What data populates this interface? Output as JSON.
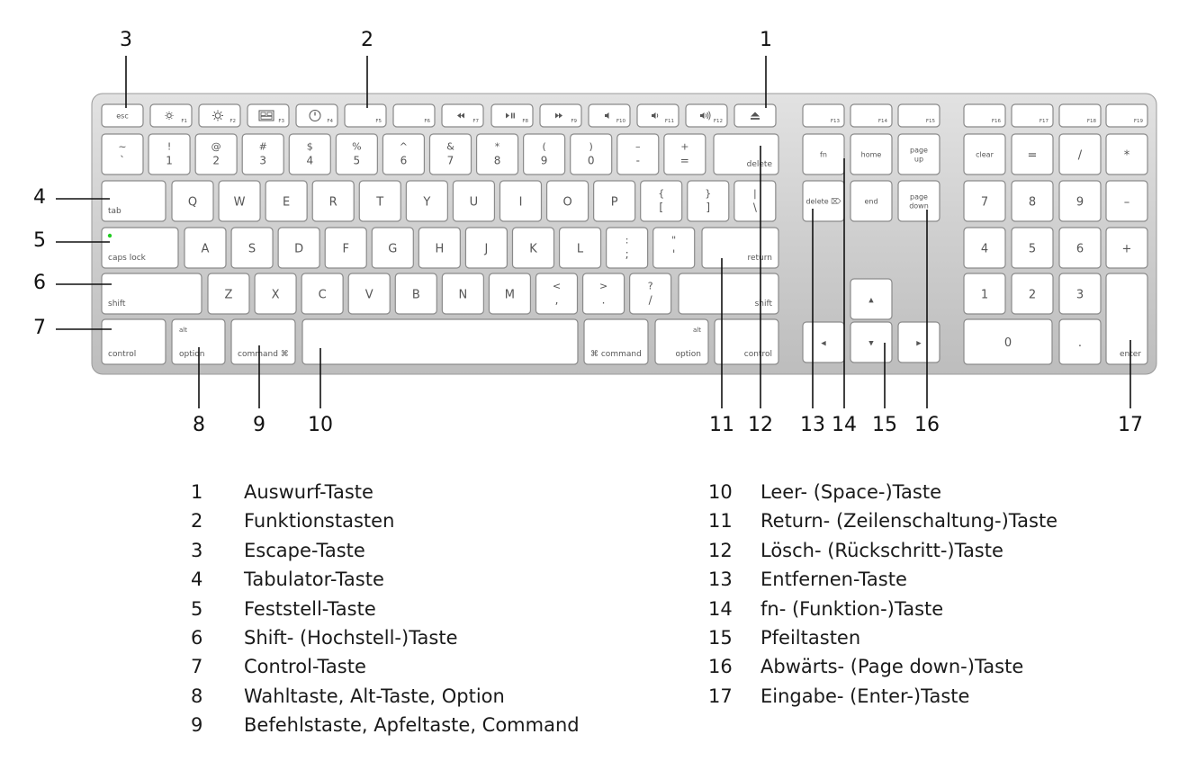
{
  "keyboard": {
    "function_row": [
      {
        "id": "esc",
        "label": "esc",
        "icon": ""
      },
      {
        "id": "f1",
        "label": "F1",
        "icon": "brightness-low-icon"
      },
      {
        "id": "f2",
        "label": "F2",
        "icon": "brightness-high-icon"
      },
      {
        "id": "f3",
        "label": "F3",
        "icon": "expose-icon"
      },
      {
        "id": "f4",
        "label": "F4",
        "icon": "dashboard-icon"
      },
      {
        "id": "f5",
        "label": "F5",
        "icon": ""
      },
      {
        "id": "f6",
        "label": "F6",
        "icon": ""
      },
      {
        "id": "f7",
        "label": "F7",
        "icon": "rewind-icon"
      },
      {
        "id": "f8",
        "label": "F8",
        "icon": "play-pause-icon"
      },
      {
        "id": "f9",
        "label": "F9",
        "icon": "fast-forward-icon"
      },
      {
        "id": "f10",
        "label": "F10",
        "icon": "mute-icon"
      },
      {
        "id": "f11",
        "label": "F11",
        "icon": "volume-down-icon"
      },
      {
        "id": "f12",
        "label": "F12",
        "icon": "volume-up-icon"
      },
      {
        "id": "eject",
        "label": "",
        "icon": "eject-icon"
      },
      {
        "id": "f13",
        "label": "F13",
        "icon": ""
      },
      {
        "id": "f14",
        "label": "F14",
        "icon": ""
      },
      {
        "id": "f15",
        "label": "F15",
        "icon": ""
      },
      {
        "id": "f16",
        "label": "F16",
        "icon": ""
      },
      {
        "id": "f17",
        "label": "F17",
        "icon": ""
      },
      {
        "id": "f18",
        "label": "F18",
        "icon": ""
      },
      {
        "id": "f19",
        "label": "F19",
        "icon": ""
      }
    ],
    "number_row": [
      {
        "id": "tilde",
        "top": "~",
        "bottom": "`"
      },
      {
        "id": "1",
        "top": "!",
        "bottom": "1"
      },
      {
        "id": "2",
        "top": "@",
        "bottom": "2"
      },
      {
        "id": "3",
        "top": "#",
        "bottom": "3"
      },
      {
        "id": "4",
        "top": "$",
        "bottom": "4"
      },
      {
        "id": "5",
        "top": "%",
        "bottom": "5"
      },
      {
        "id": "6",
        "top": "^",
        "bottom": "6"
      },
      {
        "id": "7",
        "top": "&",
        "bottom": "7"
      },
      {
        "id": "8",
        "top": "*",
        "bottom": "8"
      },
      {
        "id": "9",
        "top": "(",
        "bottom": "9"
      },
      {
        "id": "0",
        "top": ")",
        "bottom": "0"
      },
      {
        "id": "minus",
        "top": "–",
        "bottom": "-"
      },
      {
        "id": "equal",
        "top": "+",
        "bottom": "="
      },
      {
        "id": "delete",
        "label": "delete"
      }
    ],
    "qwerty_row": [
      {
        "id": "tab",
        "label": "tab"
      },
      {
        "id": "q",
        "label": "Q"
      },
      {
        "id": "w",
        "label": "W"
      },
      {
        "id": "e",
        "label": "E"
      },
      {
        "id": "r",
        "label": "R"
      },
      {
        "id": "t",
        "label": "T"
      },
      {
        "id": "y",
        "label": "Y"
      },
      {
        "id": "u",
        "label": "U"
      },
      {
        "id": "i",
        "label": "I"
      },
      {
        "id": "o",
        "label": "O"
      },
      {
        "id": "p",
        "label": "P"
      },
      {
        "id": "lbracket",
        "top": "{",
        "bottom": "["
      },
      {
        "id": "rbracket",
        "top": "}",
        "bottom": "]"
      },
      {
        "id": "backslash",
        "top": "|",
        "bottom": "\\"
      }
    ],
    "home_row": [
      {
        "id": "caps",
        "label": "caps lock"
      },
      {
        "id": "a",
        "label": "A"
      },
      {
        "id": "s",
        "label": "S"
      },
      {
        "id": "d",
        "label": "D"
      },
      {
        "id": "f",
        "label": "F"
      },
      {
        "id": "g",
        "label": "G"
      },
      {
        "id": "h",
        "label": "H"
      },
      {
        "id": "j",
        "label": "J"
      },
      {
        "id": "k",
        "label": "K"
      },
      {
        "id": "l",
        "label": "L"
      },
      {
        "id": "semicolon",
        "top": ":",
        "bottom": ";"
      },
      {
        "id": "quote",
        "top": "\"",
        "bottom": "'"
      },
      {
        "id": "return",
        "label": "return"
      }
    ],
    "shift_row": [
      {
        "id": "lshift",
        "label": "shift"
      },
      {
        "id": "z",
        "label": "Z"
      },
      {
        "id": "x",
        "label": "X"
      },
      {
        "id": "c",
        "label": "C"
      },
      {
        "id": "v",
        "label": "V"
      },
      {
        "id": "b",
        "label": "B"
      },
      {
        "id": "n",
        "label": "N"
      },
      {
        "id": "m",
        "label": "M"
      },
      {
        "id": "comma",
        "top": "<",
        "bottom": ","
      },
      {
        "id": "period",
        "top": ">",
        "bottom": "."
      },
      {
        "id": "slash",
        "top": "?",
        "bottom": "/"
      },
      {
        "id": "rshift",
        "label": "shift"
      }
    ],
    "bottom_row": [
      {
        "id": "lcontrol",
        "label": "control"
      },
      {
        "id": "loption",
        "top": "alt",
        "label": "option"
      },
      {
        "id": "lcommand",
        "label": "command ⌘"
      },
      {
        "id": "space",
        "label": ""
      },
      {
        "id": "rcommand",
        "label": "⌘ command"
      },
      {
        "id": "roption",
        "top": "alt",
        "label": "option"
      },
      {
        "id": "rcontrol",
        "label": "control"
      }
    ],
    "nav_cluster": [
      {
        "id": "fn",
        "label": "fn"
      },
      {
        "id": "home",
        "label": "home"
      },
      {
        "id": "pageup",
        "label": "page\nup"
      },
      {
        "id": "fwddelete",
        "label": "delete ⌦"
      },
      {
        "id": "end",
        "label": "end"
      },
      {
        "id": "pagedown",
        "label": "page\ndown"
      }
    ],
    "arrows": [
      {
        "id": "up",
        "label": "▲"
      },
      {
        "id": "left",
        "label": "◀"
      },
      {
        "id": "down",
        "label": "▼"
      },
      {
        "id": "right",
        "label": "▶"
      }
    ],
    "numpad": [
      {
        "id": "clear",
        "label": "clear"
      },
      {
        "id": "np-equal",
        "label": "="
      },
      {
        "id": "np-slash",
        "label": "/"
      },
      {
        "id": "np-star",
        "label": "*"
      },
      {
        "id": "np7",
        "label": "7"
      },
      {
        "id": "np8",
        "label": "8"
      },
      {
        "id": "np9",
        "label": "9"
      },
      {
        "id": "np-minus",
        "label": "–"
      },
      {
        "id": "np4",
        "label": "4"
      },
      {
        "id": "np5",
        "label": "5"
      },
      {
        "id": "np6",
        "label": "6"
      },
      {
        "id": "np-plus",
        "label": "+"
      },
      {
        "id": "np1",
        "label": "1"
      },
      {
        "id": "np2",
        "label": "2"
      },
      {
        "id": "np3",
        "label": "3"
      },
      {
        "id": "np-enter",
        "label": "enter"
      },
      {
        "id": "np0",
        "label": "0"
      },
      {
        "id": "np-dot",
        "label": "."
      }
    ],
    "caps_led_color": "#22cc22"
  },
  "callouts": [
    {
      "n": "1",
      "target": "eject"
    },
    {
      "n": "2",
      "target": "f5"
    },
    {
      "n": "3",
      "target": "esc"
    },
    {
      "n": "4",
      "target": "tab"
    },
    {
      "n": "5",
      "target": "caps"
    },
    {
      "n": "6",
      "target": "lshift"
    },
    {
      "n": "7",
      "target": "lcontrol"
    },
    {
      "n": "8",
      "target": "loption"
    },
    {
      "n": "9",
      "target": "lcommand"
    },
    {
      "n": "10",
      "target": "space"
    },
    {
      "n": "11",
      "target": "return"
    },
    {
      "n": "12",
      "target": "delete"
    },
    {
      "n": "13",
      "target": "fwddelete"
    },
    {
      "n": "14",
      "target": "fn"
    },
    {
      "n": "15",
      "target": "down"
    },
    {
      "n": "16",
      "target": "pagedown"
    },
    {
      "n": "17",
      "target": "np-enter"
    }
  ],
  "legend": {
    "left": [
      {
        "num": "1",
        "text": "Auswurf-Taste"
      },
      {
        "num": "2",
        "text": "Funktionstasten"
      },
      {
        "num": "3",
        "text": "Escape-Taste"
      },
      {
        "num": "4",
        "text": "Tabulator-Taste"
      },
      {
        "num": "5",
        "text": "Feststell-Taste"
      },
      {
        "num": "6",
        "text": "Shift- (Hochstell-)Taste"
      },
      {
        "num": "7",
        "text": "Control-Taste"
      },
      {
        "num": "8",
        "text": "Wahltaste, Alt-Taste, Option"
      },
      {
        "num": "9",
        "text": "Befehlstaste, Apfeltaste, Command"
      }
    ],
    "right": [
      {
        "num": "10",
        "text": "Leer- (Space-)Taste"
      },
      {
        "num": "11",
        "text": "Return- (Zeilenschaltung-)Taste"
      },
      {
        "num": "12",
        "text": "Lösch- (Rückschritt-)Taste"
      },
      {
        "num": "13",
        "text": "Entfernen-Taste"
      },
      {
        "num": "14",
        "text": "fn- (Funktion-)Taste"
      },
      {
        "num": "15",
        "text": "Pfeiltasten"
      },
      {
        "num": "16",
        "text": "Abwärts- (Page down-)Taste"
      },
      {
        "num": "17",
        "text": "Eingabe- (Enter-)Taste"
      }
    ]
  }
}
